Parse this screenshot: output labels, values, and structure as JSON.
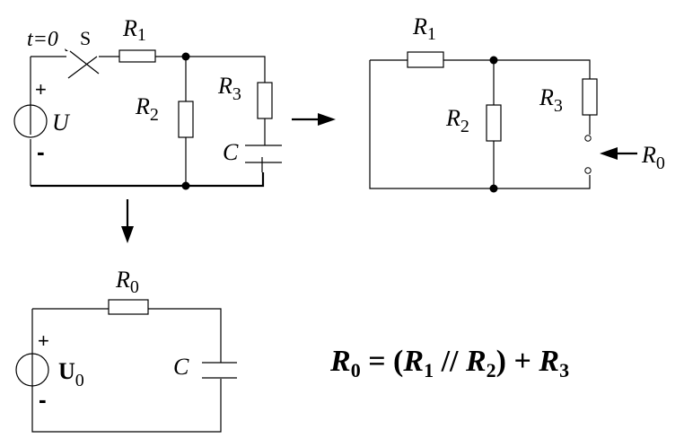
{
  "circuit_original": {
    "switch_time": "t=0",
    "switch_label": "S",
    "source_label": "U",
    "plus": "+",
    "minus": "-",
    "r1": "R",
    "r1_sub": "1",
    "r2": "R",
    "r2_sub": "2",
    "r3": "R",
    "r3_sub": "3",
    "cap": "C"
  },
  "circuit_equivalent_resistance": {
    "r1": "R",
    "r1_sub": "1",
    "r2": "R",
    "r2_sub": "2",
    "r3": "R",
    "r3_sub": "3",
    "r0": "R",
    "r0_sub": "0"
  },
  "circuit_thevenin": {
    "r0": "R",
    "r0_sub": "0",
    "source": "U",
    "source_sub": "0",
    "plus": "+",
    "minus": "-",
    "cap": "C"
  },
  "formula": {
    "lhs": "R",
    "lhs_sub": "0",
    "eq": " = (",
    "a": "R",
    "a_sub": "1",
    "par": " // ",
    "b": "R",
    "b_sub": "2",
    "close_plus": ") + ",
    "c": "R",
    "c_sub": "3"
  }
}
